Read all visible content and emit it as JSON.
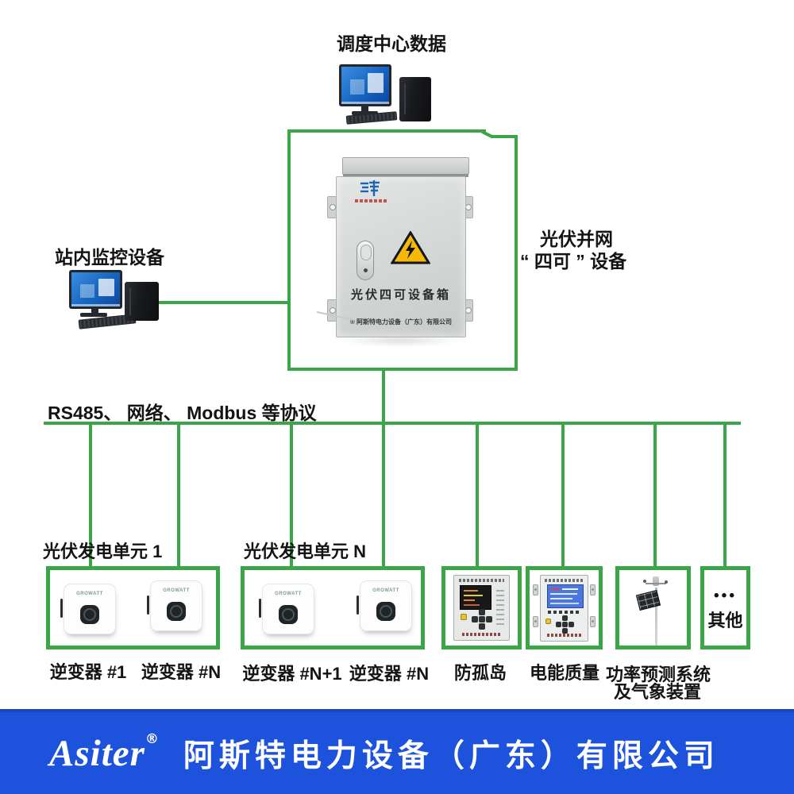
{
  "colors": {
    "line_green": "#3aa648",
    "banner_blue": "#1c52dc",
    "warning_yellow": "#f5b90a",
    "screen_blue": "#1565c0"
  },
  "dispatch": {
    "label": "调度中心数据"
  },
  "station": {
    "label": "站内监控设备"
  },
  "grid_label": {
    "line1": "光伏并网",
    "line2": "“ 四可 ” 设备"
  },
  "cabinet": {
    "plate_title": "光伏四可设备箱",
    "plate_company": "® 阿斯特电力设备（广东）有限公司"
  },
  "protocol": {
    "label": "RS485、 网络、 Modbus 等协议"
  },
  "units": [
    {
      "title": "光伏发电单元 1",
      "inverter_labels": [
        "逆变器 #1",
        "逆变器 #N"
      ]
    },
    {
      "title": "光伏发电单元 N",
      "inverter_labels": [
        "逆变器 #N+1",
        "逆变器 #N"
      ]
    }
  ],
  "inverter_brand": "GROWATT",
  "devices": {
    "anti_islanding": "防孤岛",
    "power_quality": "电能质量",
    "power_forecast_line1": "功率预测系统",
    "power_forecast_line2": "及气象装置",
    "others_dots": "•••",
    "others_label": "其他"
  },
  "banner": {
    "brand": "Asiter",
    "reg_mark": "®",
    "company": "阿斯特电力设备（广东）有限公司"
  }
}
